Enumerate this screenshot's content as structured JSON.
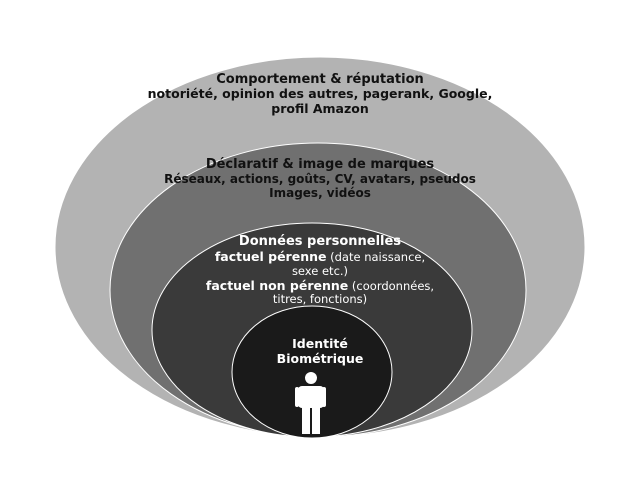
{
  "diagram": {
    "rings": [
      {
        "title": "Comportement & réputation",
        "lines": [
          "notoriété, opinion des autres, pagerank, Google,",
          "profil Amazon"
        ],
        "color": "#b3b3b3"
      },
      {
        "title": "Déclaratif & image de marques",
        "lines": [
          "Réseaux, actions, goûts, CV, avatars, pseudos",
          "Images, vidéos"
        ],
        "color": "#707070"
      },
      {
        "title": "Données personnelles",
        "line1_strong": "factuel pérenne",
        "line1_light": " (date naissance,",
        "line2": "sexe etc.)",
        "line3_strong": "factuel non pérenne",
        "line3_light": " (coordonnées,",
        "line4": "titres, fonctions)",
        "color": "#3a3a3a"
      },
      {
        "title_line1": "Identité",
        "title_line2": "Biométrique",
        "color": "#1a1a1a"
      }
    ],
    "icon": "person-icon"
  }
}
